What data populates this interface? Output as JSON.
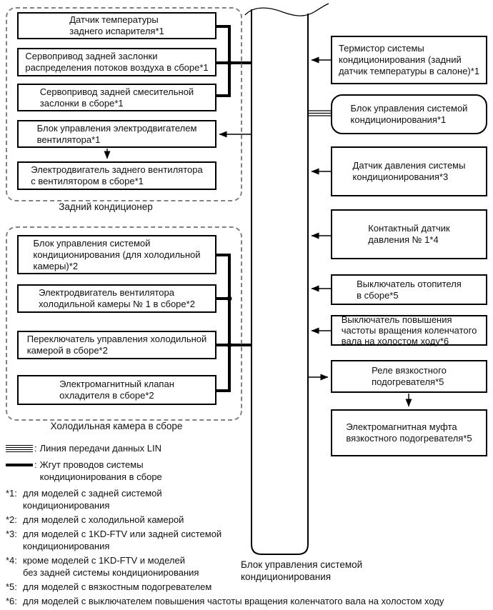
{
  "diagram": {
    "rear_ac_group": {
      "caption": "Задний кондиционер",
      "evaporator_temp_sensor": "Датчик температуры\nзаднего испарителя*1",
      "airflow_servo": "Сервопривод задней заслонки\nраспределения потоков воздуха в сборе*1",
      "air_mix_servo": "Сервопривод задней смесительной\nзаслонки в сборе*1",
      "blower_motor_controller": "Блок управления электродвигателем\nвентилятора*1",
      "blower_motor": "Электродвигатель заднего вентилятора\nс вентилятором в сборе*1"
    },
    "cool_box_group": {
      "caption": "Холодильная камера в сборе",
      "cool_box_ecu": "Блок управления системой\nкондиционирования (для холодильной\nкамеры)*2",
      "cool_box_fan_motor": "Электродвигатель вентилятора\nхолодильной камеры № 1 в сборе*2",
      "cool_box_control_switch": "Переключатель управления холодильной\nкамерой в сборе*2",
      "cooler_solenoid_valve": "Электромагнитный клапан\nохладителя в сборе*2"
    },
    "right_column": {
      "room_thermistor": "Термистор системы\nкондиционирования (задний\nдатчик температуры в салоне)*1",
      "ac_control_assembly": "Блок управления системой\nкондиционирования*1",
      "pressure_sensor": "Датчик давления системы\nкондиционирования*3",
      "contact_pressure_switch": "Контактный датчик\nдавления № 1*4",
      "heater_switch": "Выключатель отопителя\nв сборе*5",
      "idle_up_switch": "Выключатель повышения\nчастоты вращения коленчатого\nвала на холостом ходу*6",
      "viscous_heater_relay": "Реле вязкостного\nподогревателя*5",
      "viscous_heater_clutch": "Электромагнитная муфта\nвязкостного подогревателя*5"
    },
    "bus_label": "Блок управления системой\nкондиционирования"
  },
  "legend": {
    "separator": ":",
    "lin_line_label": "Линия передачи данных LIN",
    "harness_line_label": "Жгут проводов системы\nкондиционирования в сборе"
  },
  "footnotes": [
    {
      "marker": "*1:",
      "text": "для моделей с задней системой\nкондиционирования"
    },
    {
      "marker": "*2:",
      "text": "для моделей с холодильной камерой"
    },
    {
      "marker": "*3:",
      "text": "для моделей с 1KD-FTV или задней системой\nкондиционирования"
    },
    {
      "marker": "*4:",
      "text": "кроме моделей с 1KD-FTV и моделей\nбез задней системы кондиционирования"
    },
    {
      "marker": "*5:",
      "text": "для моделей с вязкостным подогревателем"
    },
    {
      "marker": "*6:",
      "text": "для моделей с выключателем повышения частоты вращения коленчатого вала на холостом ходу"
    }
  ],
  "colors": {
    "line": "#000000",
    "dashed_border": "#828282",
    "background": "#ffffff"
  }
}
